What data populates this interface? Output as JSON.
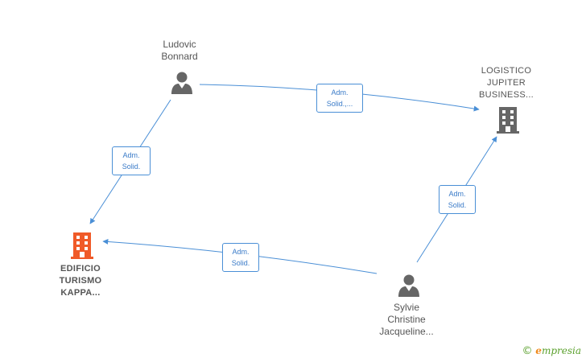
{
  "nodes": {
    "ludovic": {
      "lines": [
        "Ludovic",
        "Bonnard"
      ]
    },
    "logistico": {
      "lines": [
        "LOGISTICO",
        "JUPITER",
        "BUSINESS..."
      ]
    },
    "edificio": {
      "lines": [
        "EDIFICIO",
        "TURISMO",
        "KAPPA..."
      ]
    },
    "sylvie": {
      "lines": [
        "Sylvie",
        "Christine",
        "Jacqueline..."
      ]
    }
  },
  "edges": {
    "ludovic_logistico": {
      "lines": [
        "Adm.",
        "Solid.,..."
      ]
    },
    "ludovic_edificio": {
      "lines": [
        "Adm.",
        "Solid."
      ]
    },
    "sylvie_logistico": {
      "lines": [
        "Adm.",
        "Solid."
      ]
    },
    "sylvie_edificio": {
      "lines": [
        "Adm.",
        "Solid."
      ]
    }
  },
  "colors": {
    "edge": "#4a8fd6",
    "person_icon": "#666666",
    "company_icon": "#666666",
    "focus_company_icon": "#f05a28"
  },
  "icons": {
    "person": "person-icon",
    "company": "building-icon"
  },
  "brand": {
    "copyright": "©",
    "initial": "e",
    "rest": "mpresia"
  }
}
